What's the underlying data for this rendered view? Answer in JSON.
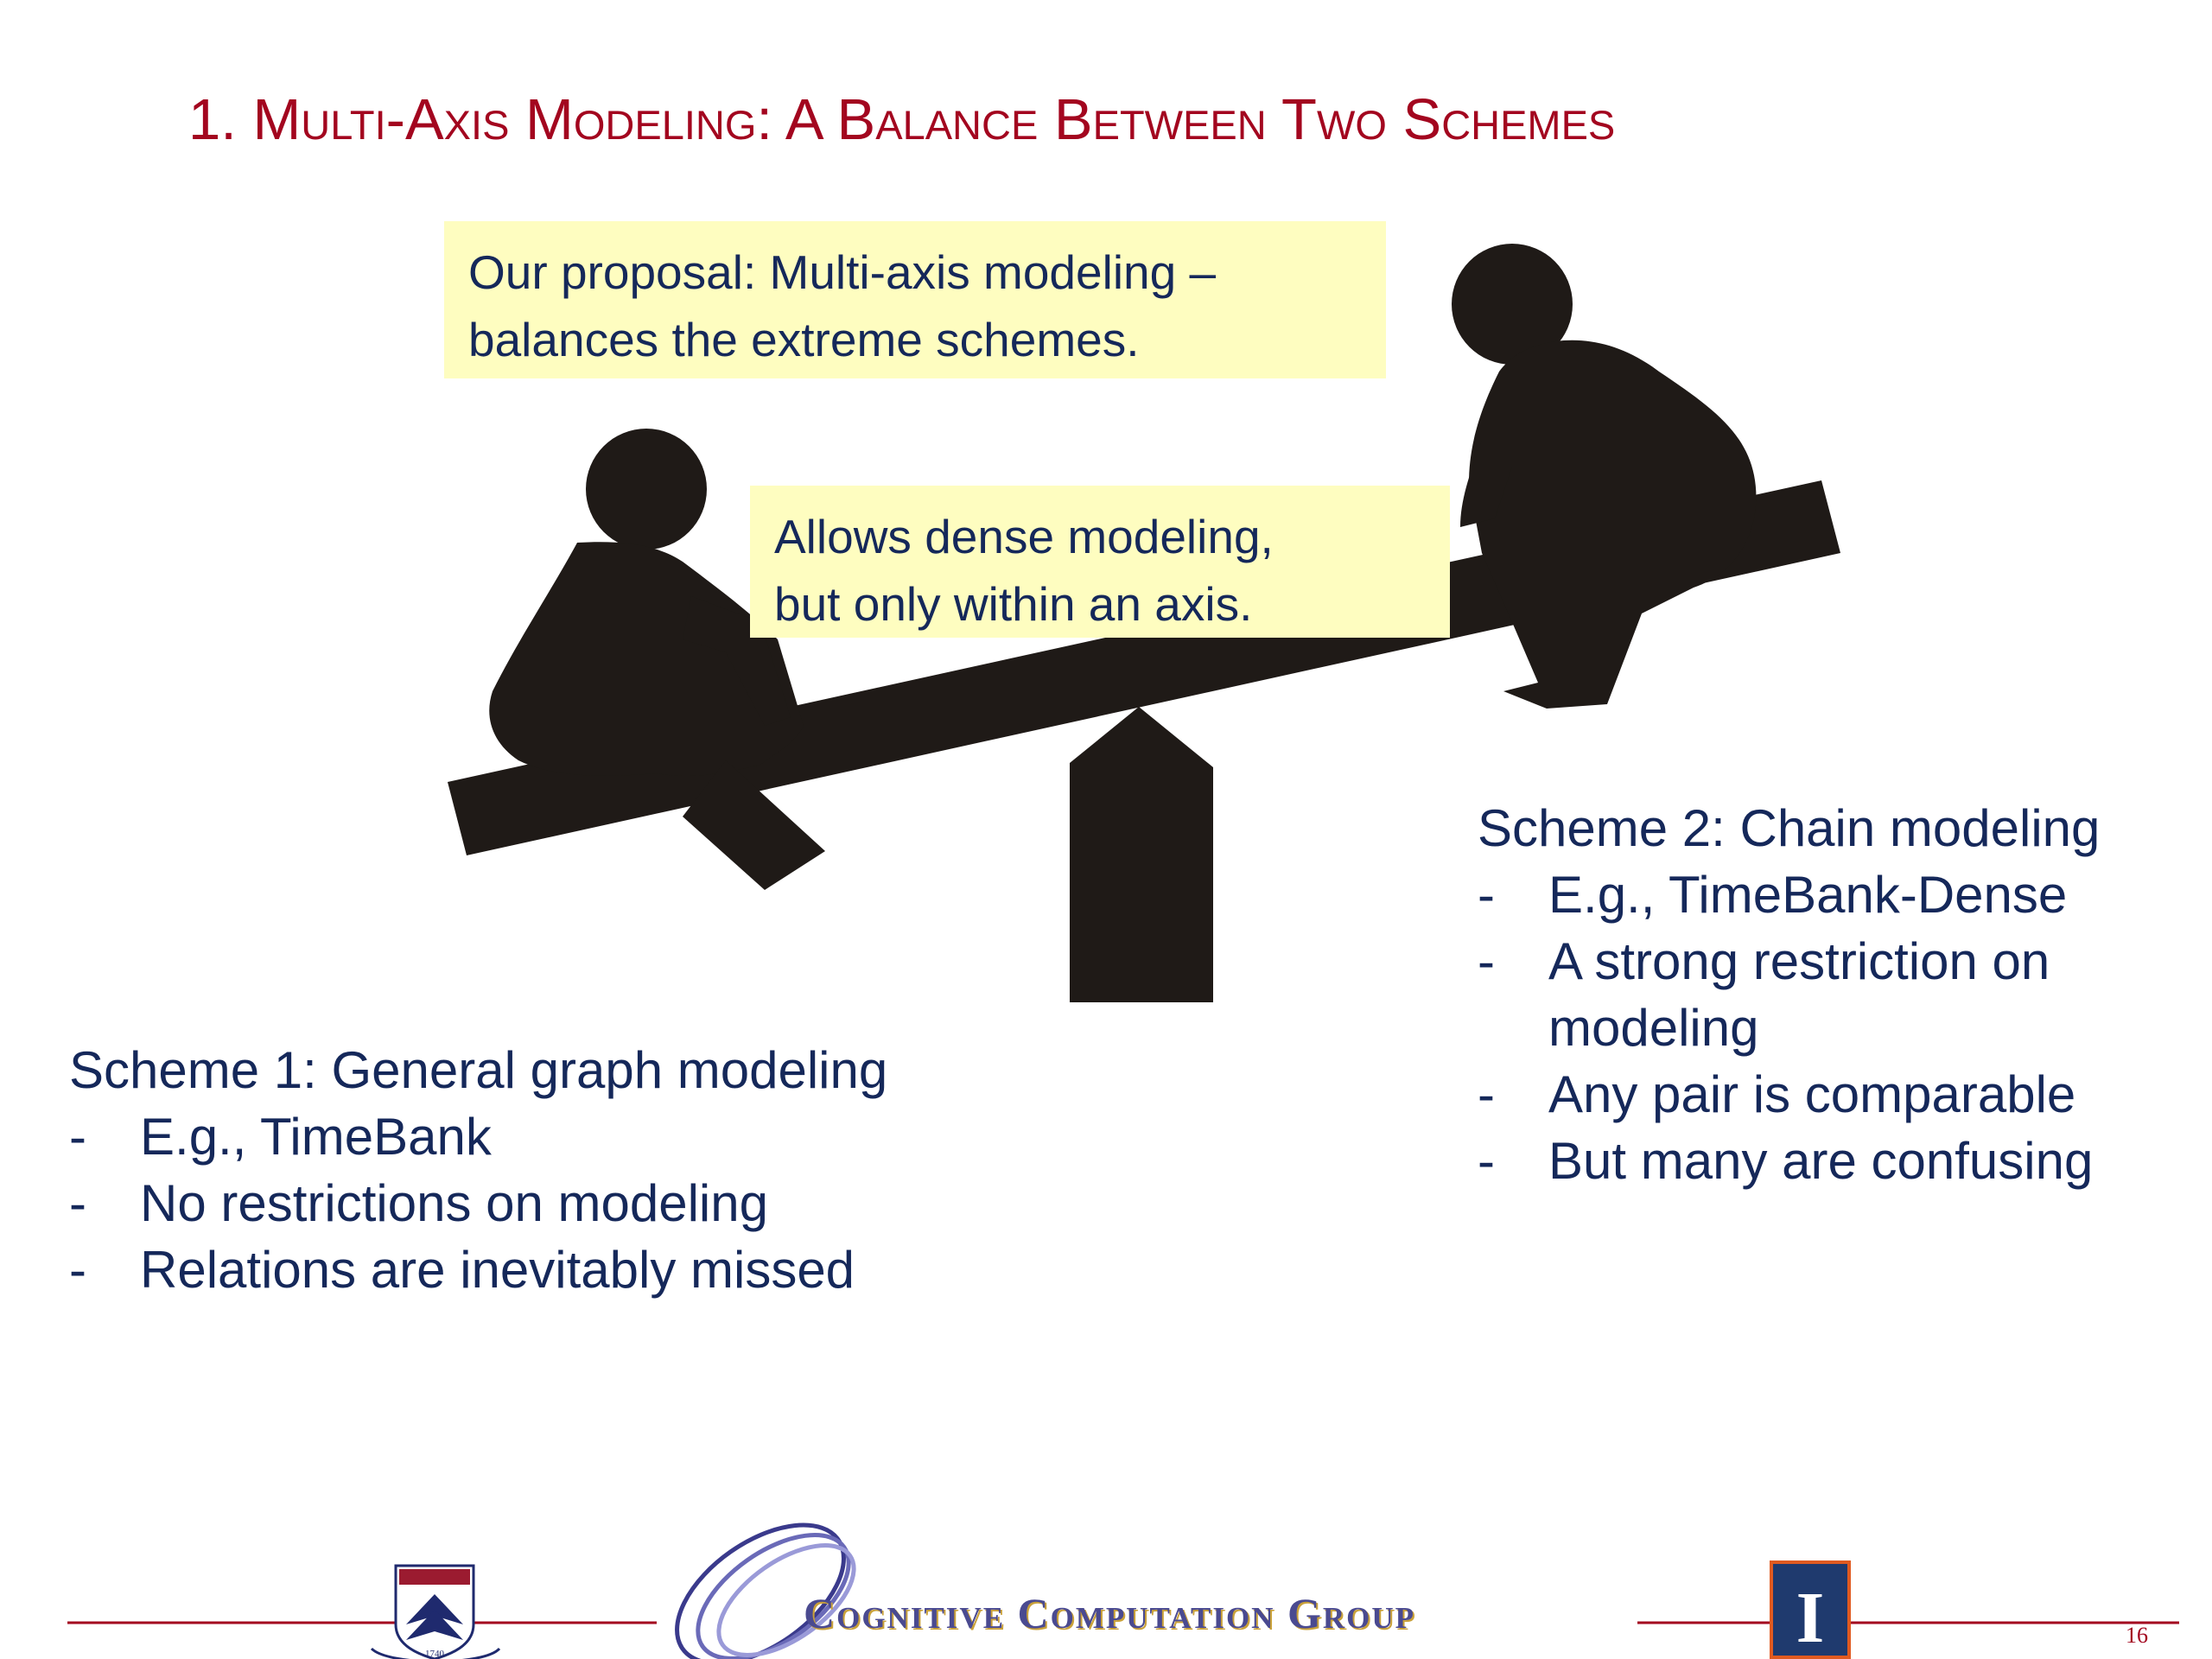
{
  "slide": {
    "title": "1. Multi-Axis Modeling: A Balance Between Two Schemes",
    "page_number": "16"
  },
  "callouts": {
    "proposal": [
      "Our proposal: Multi-axis modeling –",
      "balances the extreme schemes."
    ],
    "dense": [
      "Allows dense modeling,",
      "but only within an axis."
    ]
  },
  "scheme1": {
    "heading": "Scheme 1: General graph modeling",
    "bullets": [
      "E.g., TimeBank",
      "No restrictions on modeling",
      "Relations are inevitably missed"
    ]
  },
  "scheme2": {
    "heading": "Scheme 2: Chain modeling",
    "bullets": [
      "E.g., TimeBank-Dense",
      "A strong restriction on",
      "modeling",
      "Any pair is comparable",
      "But many are confusing"
    ]
  },
  "footer": {
    "group_name": "Cognitive Computation Group",
    "penn_banner": "1740",
    "illinois_letter": "I"
  },
  "colors": {
    "title": "#a3061f",
    "body_text": "#15285a",
    "callout_bg": "#fefdc0",
    "silhouette": "#1f1a17",
    "rule": "#a3061f"
  },
  "icons": [
    "seesaw-illustration",
    "penn-shield-logo",
    "ccg-swirl-logo",
    "illinois-logo"
  ]
}
